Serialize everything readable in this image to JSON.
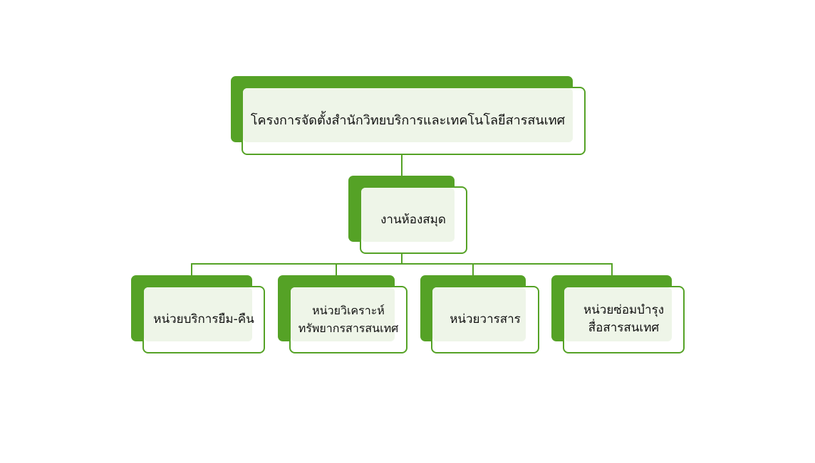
{
  "root": {
    "label": "โครงการจัดตั้งสำนักวิทยบริการและเทคโนโลยีสารสนเทศ"
  },
  "middle": {
    "label": "งานห้องสมุด"
  },
  "units": [
    {
      "label": "หน่วยบริการยืม-คืน"
    },
    {
      "label": "หน่วยวิเคราะห์\nทรัพยากรสารสนเทศ"
    },
    {
      "label": "หน่วยวารสาร"
    },
    {
      "label": "หน่วยซ่อมบำรุง\nสื่อสารสนเทศ"
    }
  ],
  "colors": {
    "accent": "#55a226",
    "fill": "#eef5e8"
  }
}
